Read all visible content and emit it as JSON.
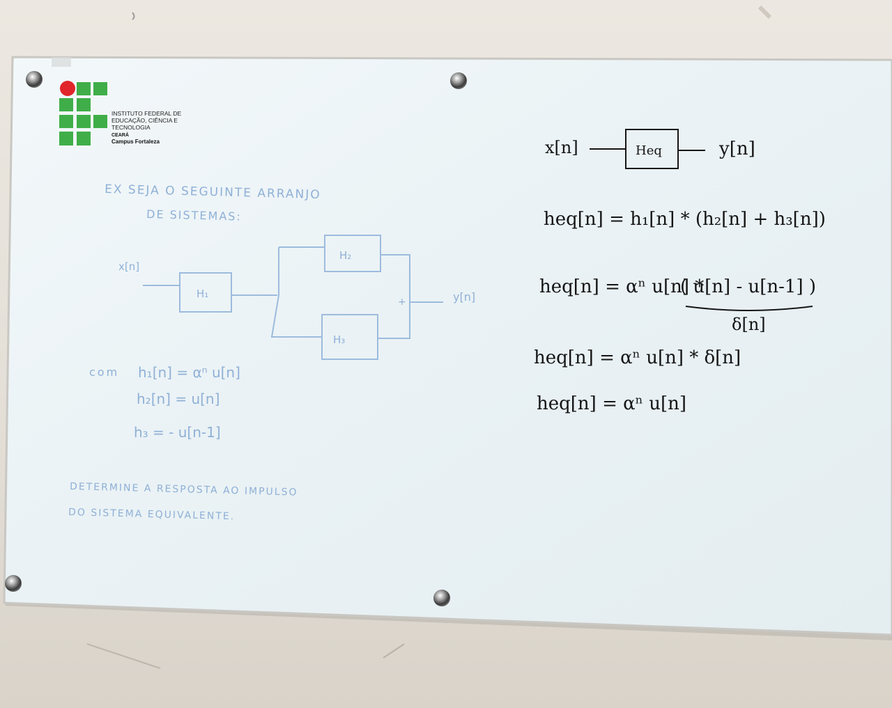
{
  "logo": {
    "line1": "INSTITUTO FEDERAL DE",
    "line2": "EDUCAÇÃO, CIÊNCIA E",
    "line3": "TECNOLOGIA",
    "line4": "CEARÁ",
    "line5": "Campus Fortaleza",
    "green": "#3fae49",
    "red": "#e0262a"
  },
  "faded": {
    "title1": "EX  SEJA  O  SEGUINTE  ARRANJO",
    "title2": "DE  SISTEMAS:",
    "input_label": "x[n]",
    "block1": "H₁",
    "block2": "H₂",
    "block3": "H₃",
    "output_label": "y[n]",
    "plus": "+",
    "com": "com",
    "h1": "h₁[n] = αⁿ u[n]",
    "h2": "h₂[n] = u[n]",
    "h3": "h₃ =   - u[n-1]",
    "determine1": "DETERMINE  A  RESPOSTA  AO  IMPULSO",
    "determine2": "DO  SISTEMA  EQUIVALENTE.",
    "ink": "#8fb0d6"
  },
  "solution": {
    "diagram_input": "x[n]",
    "diagram_block": "Heq",
    "diagram_output": "y[n]",
    "eq1": "heq[n] = h₁[n] * (h₂[n] + h₃[n])",
    "eq2_left": "heq[n] = αⁿ u[n] *",
    "eq2_paren": "( u[n] - u[n-1] )",
    "eq2_under": "δ[n]",
    "eq3": "heq[n] = αⁿ u[n] * δ[n]",
    "eq4": "heq[n] = αⁿ u[n]",
    "ink": "#151515"
  },
  "colors": {
    "board": "#eef4f6",
    "frame": "#c9c7c2",
    "wall": "#e6e1da"
  }
}
